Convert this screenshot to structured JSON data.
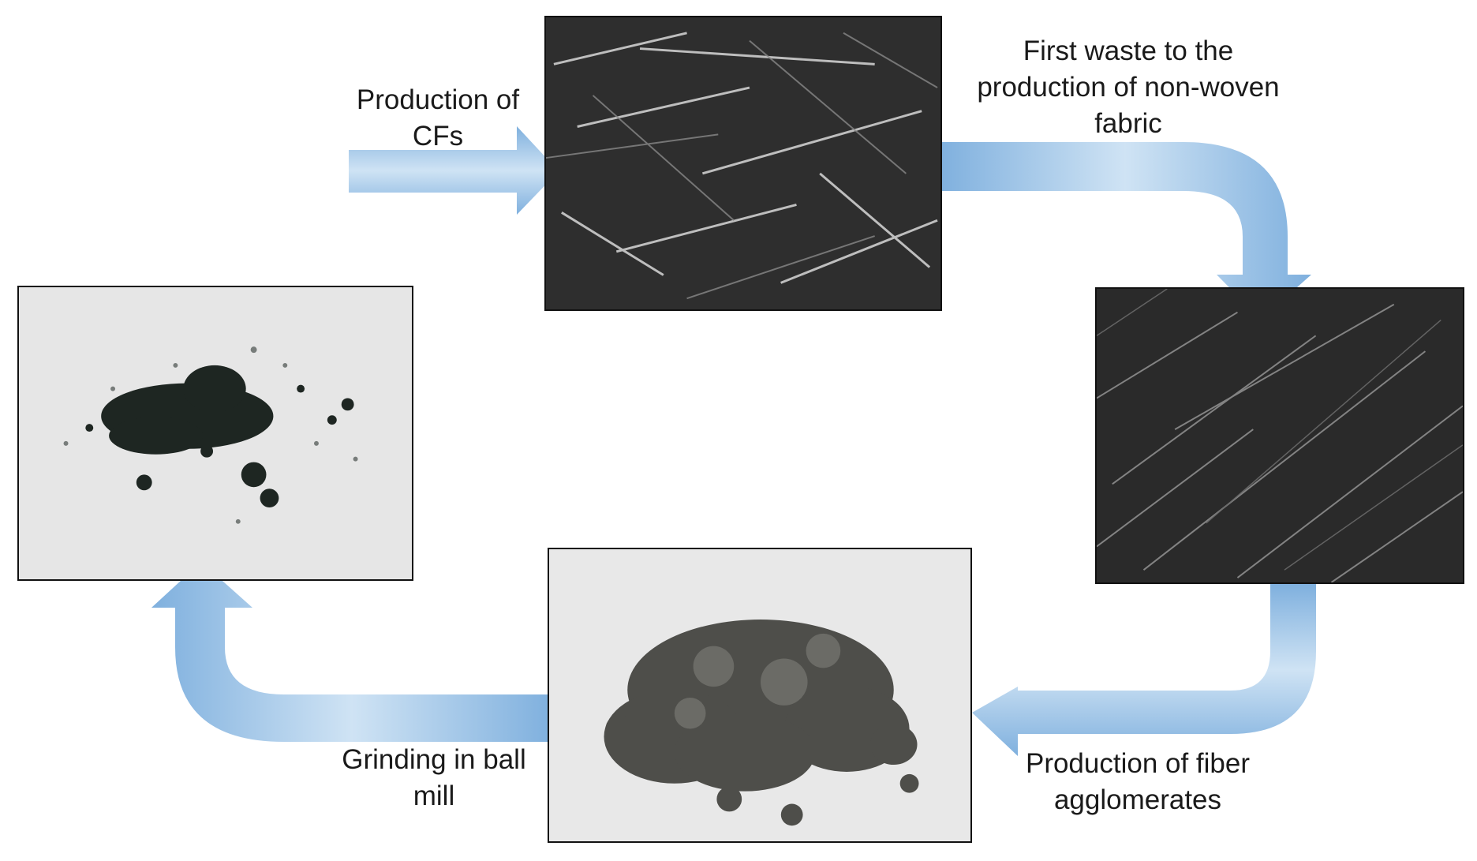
{
  "colors": {
    "arrow_light": "#c9dff2",
    "arrow_dark": "#7fb0de",
    "text": "#1a1a1a"
  },
  "steps": {
    "production_cfs": [
      "Production of",
      "CFs"
    ],
    "first_waste": [
      "First waste to the",
      "production of non-woven",
      "fabric"
    ],
    "fiber_agglomerates": [
      "Production of fiber",
      "agglomerates"
    ],
    "grinding": [
      "Grinding in ball",
      "mill"
    ]
  }
}
